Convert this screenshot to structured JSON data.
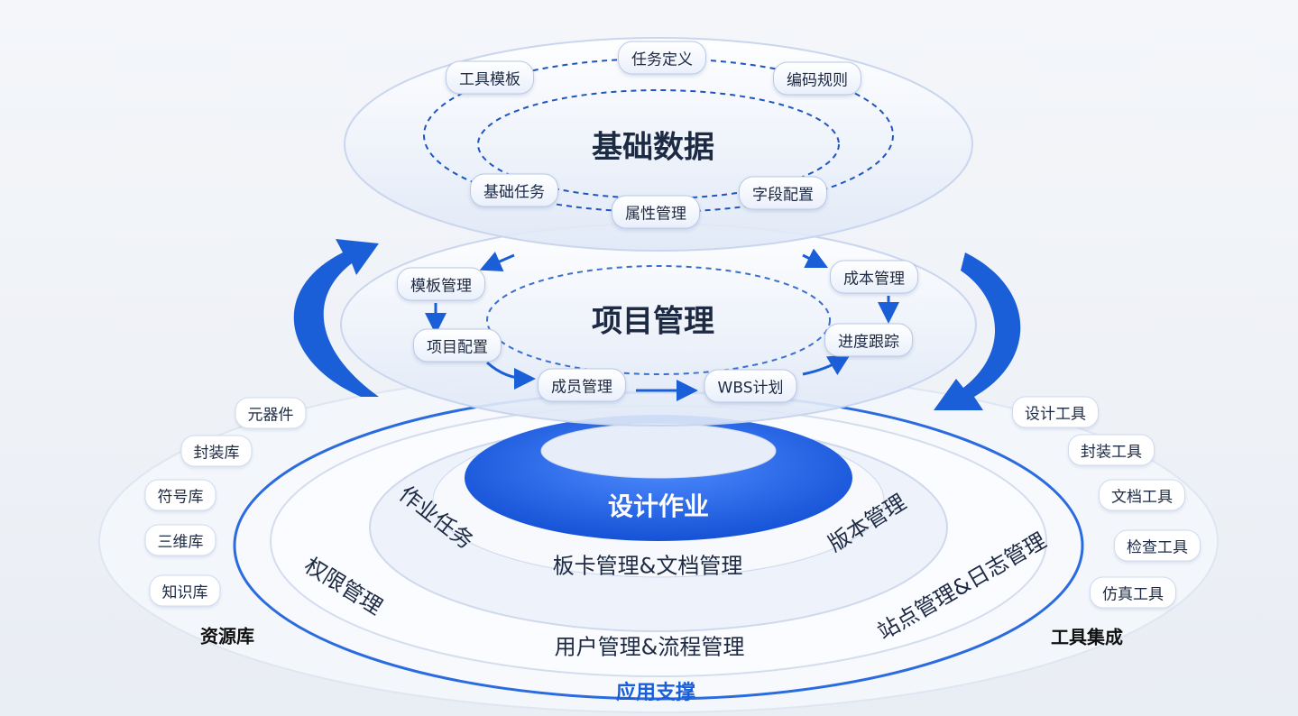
{
  "colors": {
    "accent": "#1a5fd8",
    "text": "#1d2a44",
    "core": "#2266e6"
  },
  "top_layer": {
    "title": "基础数据",
    "items": [
      "任务定义",
      "工具模板",
      "编码规则",
      "基础任务",
      "属性管理",
      "字段配置"
    ]
  },
  "middle_layer": {
    "title": "项目管理",
    "items": [
      "模板管理",
      "成本管理",
      "项目配置",
      "进度跟踪",
      "成员管理",
      "WBS计划"
    ]
  },
  "bottom_layer": {
    "core": "设计作业",
    "inner_ring": [
      "作业任务",
      "板卡管理&文档管理",
      "版本管理"
    ],
    "outer_ring": [
      "权限管理",
      "用户管理&流程管理",
      "站点管理&日志管理"
    ],
    "label": "应用支撑"
  },
  "resource_library": {
    "title": "资源库",
    "items": [
      "元器件",
      "封装库",
      "符号库",
      "三维库",
      "知识库"
    ]
  },
  "tool_integration": {
    "title": "工具集成",
    "items": [
      "设计工具",
      "封装工具",
      "文档工具",
      "检查工具",
      "仿真工具"
    ]
  }
}
